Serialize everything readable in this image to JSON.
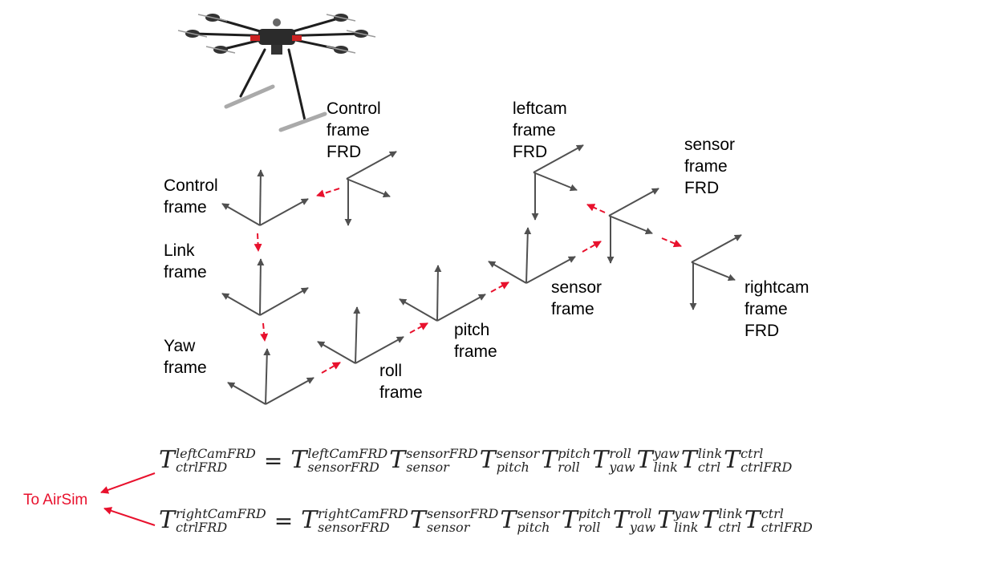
{
  "labels": {
    "control_frame_frd": [
      "Control",
      "frame",
      "FRD"
    ],
    "control_frame": [
      "Control",
      "frame"
    ],
    "link_frame": [
      "Link",
      "frame"
    ],
    "yaw_frame": [
      "Yaw",
      "frame"
    ],
    "roll_frame": [
      "roll",
      "frame"
    ],
    "pitch_frame": [
      "pitch",
      "frame"
    ],
    "sensor_frame": [
      "sensor",
      "frame"
    ],
    "leftcam_frame_frd": [
      "leftcam",
      "frame",
      "FRD"
    ],
    "sensor_frame_frd": [
      "sensor",
      "frame",
      "FRD"
    ],
    "rightcam_frame_frd": [
      "rightcam",
      "frame",
      "FRD"
    ]
  },
  "to_airsim": "To AirSim",
  "colors": {
    "axis": "#505050",
    "transform_arrow": "#e8112d",
    "text": "#000000"
  },
  "equations": [
    {
      "lhs": {
        "sup": "leftCamFRD",
        "sub": "ctrlFRD"
      },
      "terms": [
        {
          "sup": "leftCamFRD",
          "sub": "sensorFRD"
        },
        {
          "sup": "sensorFRD",
          "sub": "sensor"
        },
        {
          "sup": "sensor",
          "sub": "pitch"
        },
        {
          "sup": "pitch",
          "sub": "roll"
        },
        {
          "sup": "roll",
          "sub": "yaw"
        },
        {
          "sup": "yaw",
          "sub": "link"
        },
        {
          "sup": "link",
          "sub": "ctrl"
        },
        {
          "sup": "ctrl",
          "sub": "ctrlFRD"
        }
      ]
    },
    {
      "lhs": {
        "sup": "rightCamFRD",
        "sub": "ctrlFRD"
      },
      "terms": [
        {
          "sup": "rightCamFRD",
          "sub": "sensorFRD"
        },
        {
          "sup": "sensorFRD",
          "sub": "sensor"
        },
        {
          "sup": "sensor",
          "sub": "pitch"
        },
        {
          "sup": "pitch",
          "sub": "roll"
        },
        {
          "sup": "roll",
          "sub": "yaw"
        },
        {
          "sup": "yaw",
          "sub": "link"
        },
        {
          "sup": "link",
          "sub": "ctrl"
        },
        {
          "sup": "ctrl",
          "sub": "ctrlFRD"
        }
      ]
    }
  ]
}
